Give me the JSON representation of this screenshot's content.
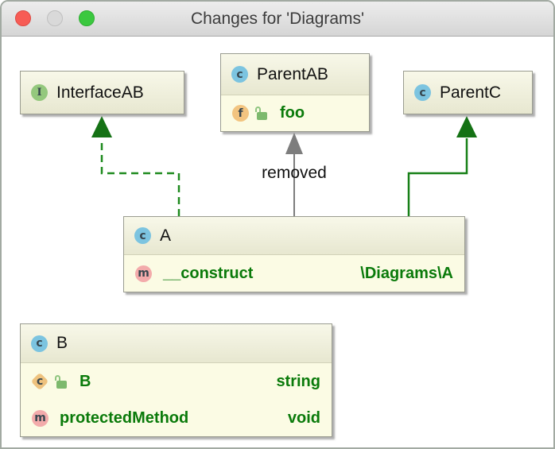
{
  "window": {
    "title": "Changes for 'Diagrams'",
    "controls": [
      "close",
      "minimize",
      "zoom"
    ]
  },
  "nodes": [
    {
      "id": "InterfaceAB",
      "kind": "interface",
      "icon": "I",
      "title": "InterfaceAB",
      "members": []
    },
    {
      "id": "ParentAB",
      "kind": "class",
      "icon": "c",
      "title": "ParentAB",
      "members": [
        {
          "glyph": "f",
          "member_kind": "field",
          "locked": true,
          "name": "foo",
          "type": ""
        }
      ]
    },
    {
      "id": "ParentC",
      "kind": "class",
      "icon": "c",
      "title": "ParentC",
      "members": []
    },
    {
      "id": "A",
      "kind": "class",
      "icon": "c",
      "title": "A",
      "members": [
        {
          "glyph": "m",
          "member_kind": "method",
          "locked": false,
          "name": "__construct",
          "type": "\\Diagrams\\A"
        }
      ]
    },
    {
      "id": "B",
      "kind": "class",
      "icon": "c",
      "title": "B",
      "members": [
        {
          "glyph": "c",
          "member_kind": "constant",
          "locked": true,
          "name": "B",
          "type": "string"
        },
        {
          "glyph": "m",
          "member_kind": "method",
          "locked": false,
          "name": "protectedMethod",
          "type": "void"
        }
      ]
    }
  ],
  "edges": [
    {
      "from": "A",
      "to": "InterfaceAB",
      "relation": "implements",
      "style": "dashed",
      "color": "#1e8a1e",
      "label": ""
    },
    {
      "from": "A",
      "to": "ParentAB",
      "relation": "removed-extends",
      "style": "solid",
      "color": "#7d7d7d",
      "label": "removed"
    },
    {
      "from": "A",
      "to": "ParentC",
      "relation": "extends",
      "style": "solid",
      "color": "#178017",
      "label": ""
    }
  ],
  "colors": {
    "member_text": "#0a7a0a",
    "node_body_bg": "#fbfbe4",
    "node_header_bg": "#eeeed9",
    "edge_green": "#178017",
    "edge_gray": "#7d7d7d",
    "class_icon_bg": "#7cc4e0",
    "interface_icon_bg": "#94c87d",
    "field_icon_bg": "#f2c480",
    "method_icon_bg": "#f3abab",
    "constant_icon_bg": "#eec27e"
  }
}
